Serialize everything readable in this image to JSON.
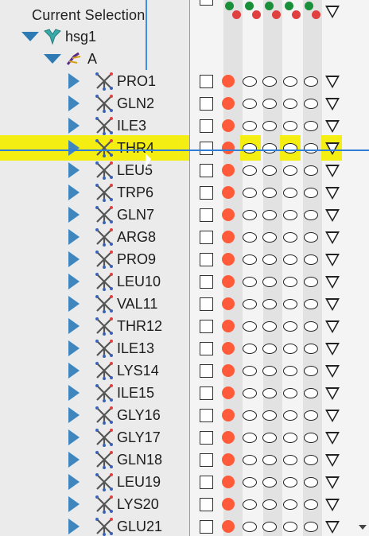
{
  "tree": {
    "title": "Current Selection",
    "model": "hsg1",
    "chain": "A",
    "residues": [
      "PRO1",
      "GLN2",
      "ILE3",
      "THR4",
      "LEU5",
      "TRP6",
      "GLN7",
      "ARG8",
      "PRO9",
      "LEU10",
      "VAL11",
      "THR12",
      "ILE13",
      "LYS14",
      "ILE15",
      "GLY16",
      "GLY17",
      "GLN18",
      "LEU19",
      "LYS20",
      "GLU21"
    ],
    "selected_index": 3
  },
  "columns": {
    "header_dots": [
      "#1a8f3a",
      "#e04040",
      "#1a8f3a",
      "#e04040",
      "#1a8f3a",
      "#e04040",
      "#1a8f3a",
      "#e04040",
      "#1a8f3a",
      "#e04040"
    ]
  },
  "colors": {
    "highlight": "#f5ee12",
    "accent": "#2f7fd8",
    "red_dot": "#ff5b3a"
  }
}
